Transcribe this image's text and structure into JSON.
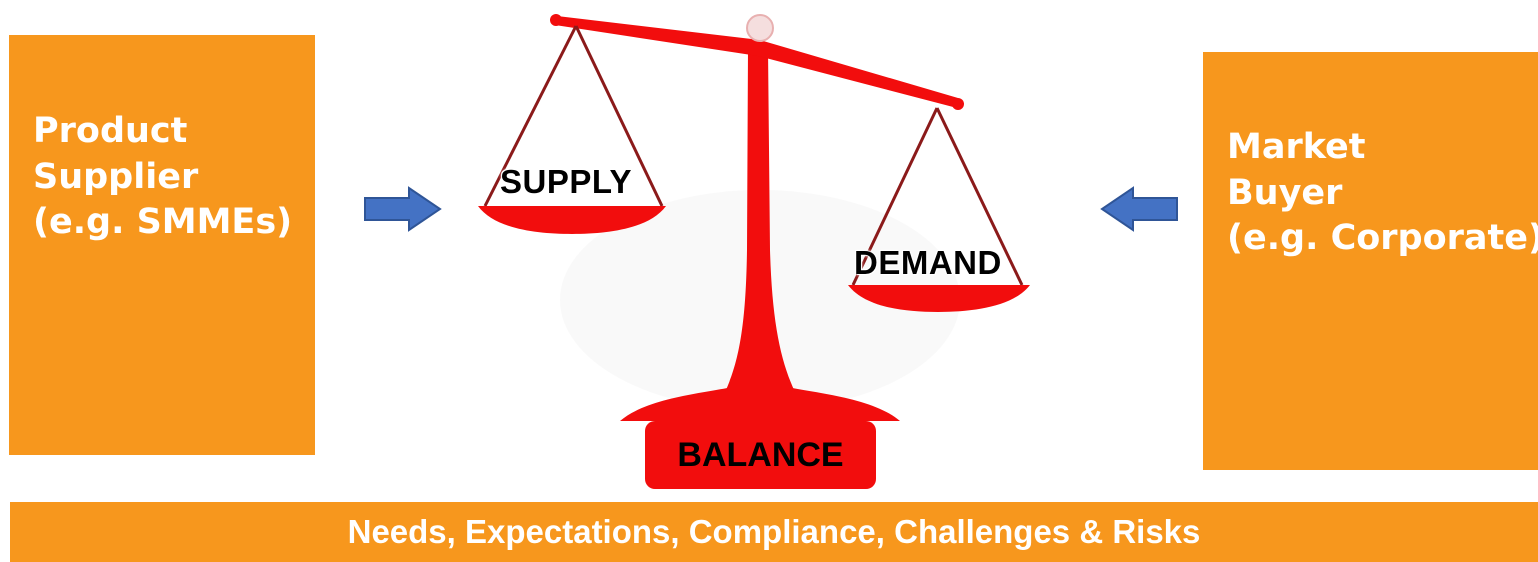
{
  "supplier_box": {
    "lines": [
      "Product",
      "Supplier",
      "(e.g. SMMEs)"
    ]
  },
  "buyer_box": {
    "lines": [
      "Market",
      "Buyer",
      "(e.g. Corporate)"
    ]
  },
  "scale": {
    "left_pan_label": "SUPPLY",
    "right_pan_label": "DEMAND",
    "base_label": "BALANCE"
  },
  "bottom_bar": {
    "text": "Needs, Expectations, Compliance, Challenges & Risks"
  },
  "arrows": {
    "left_arrow_icon": "arrow-right-icon",
    "right_arrow_icon": "arrow-left-icon"
  },
  "colors": {
    "box_orange": "#f7971d",
    "scale_red": "#f20d0d",
    "arrow_blue": "#4472c4",
    "text_white": "#ffffff"
  }
}
